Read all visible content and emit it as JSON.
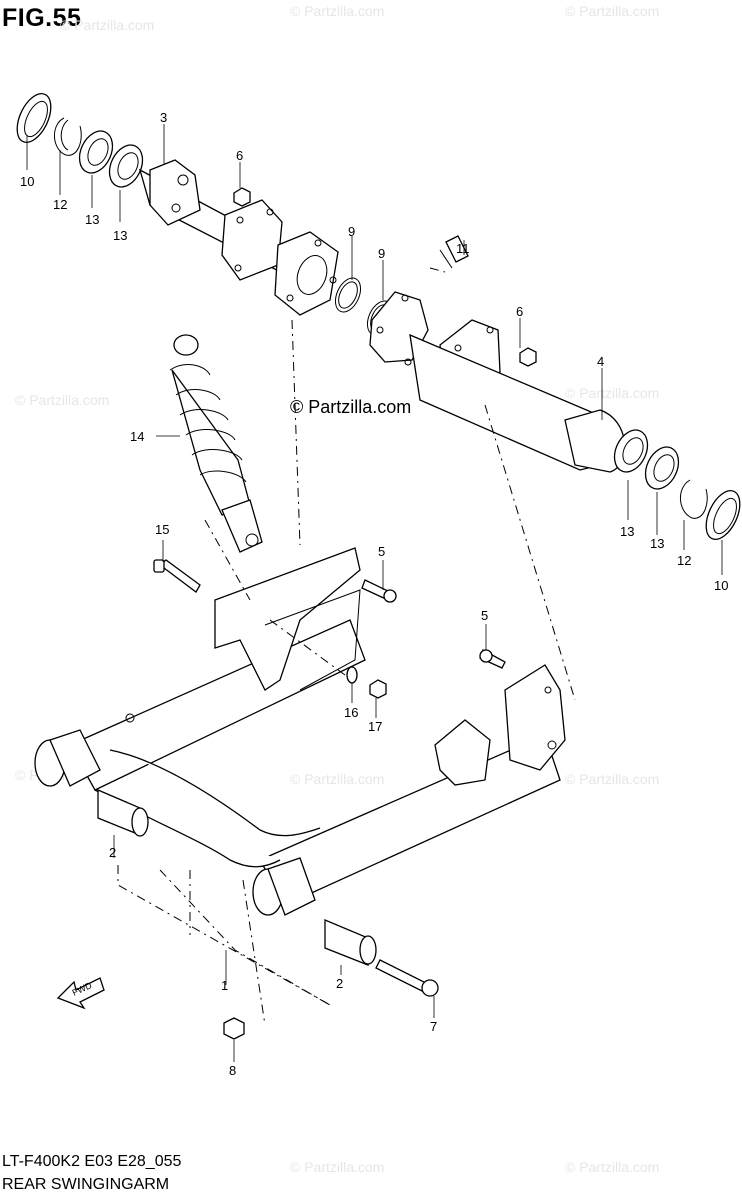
{
  "figure_label": "FIG.55",
  "model_code": "LT-F400K2 E03 E28_055",
  "caption": "REAR SWINGINGARM",
  "watermark_text": "© Partzilla.com",
  "fwd_label": "FWD",
  "callouts": {
    "c1": "1",
    "c2a": "2",
    "c2b": "2",
    "c3": "3",
    "c4": "4",
    "c5a": "5",
    "c5b": "5",
    "c6a": "6",
    "c6b": "6",
    "c7": "7",
    "c8": "8",
    "c9a": "9",
    "c9b": "9",
    "c10a": "10",
    "c10b": "10",
    "c11": "11",
    "c12a": "12",
    "c12b": "12",
    "c13a": "13",
    "c13b": "13",
    "c13c": "13",
    "c13d": "13",
    "c14": "14",
    "c15": "15",
    "c16": "16",
    "c17": "17"
  }
}
